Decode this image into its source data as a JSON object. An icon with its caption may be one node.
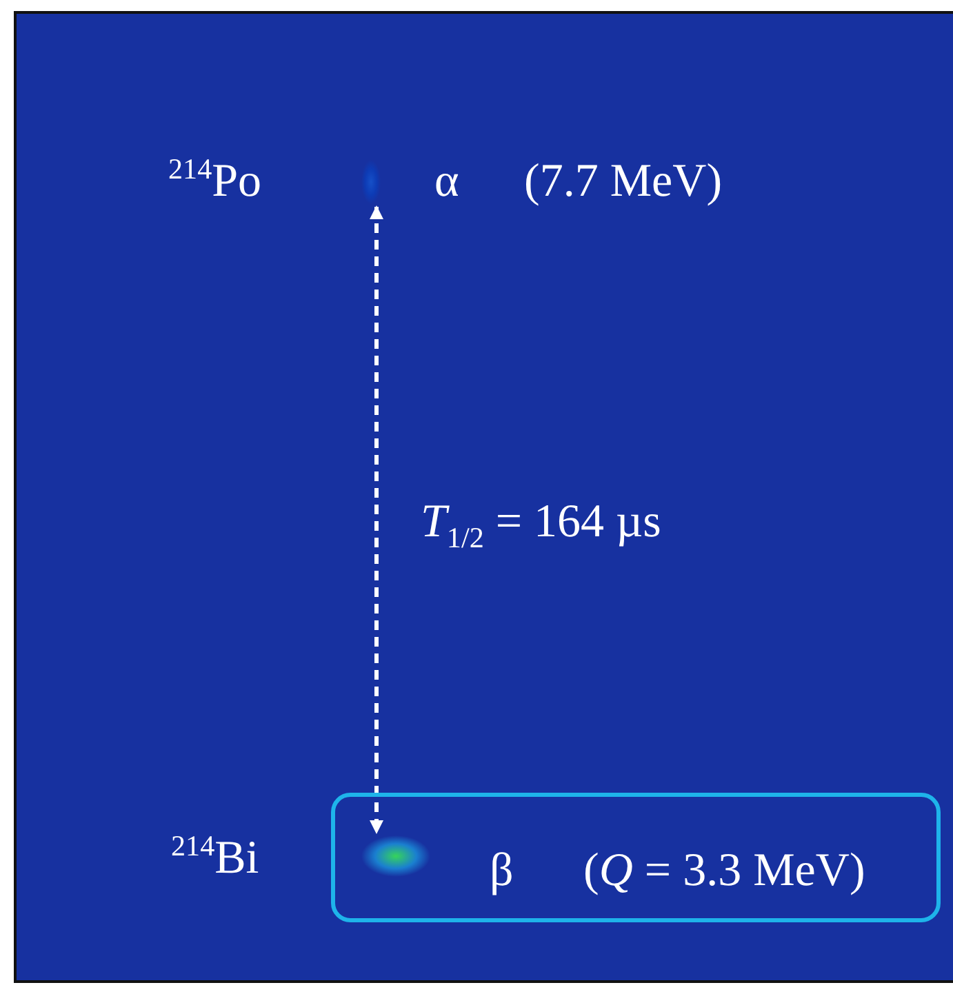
{
  "diagram": {
    "nodes": [
      {
        "text": [],
        "shape": "picture"
      },
      {
        "text": [
          "β",
          "(*Q* = 3.3 MeV)"
        ]
      },
      {
        "text": [],
        "shape": "picture",
        "in": 1
      }
    ],
    "edges": [
      {
        "from": 0,
        "to": 2,
        "arrow": "both",
        "style": "dashed",
        "label": "*T*$_{1/2}$ = 164 µs"
      }
    ],
    "labels": [
      "$^{214}$Po",
      "α",
      "(7.7 MeV)",
      "$^{214}$Bi"
    ]
  }
}
